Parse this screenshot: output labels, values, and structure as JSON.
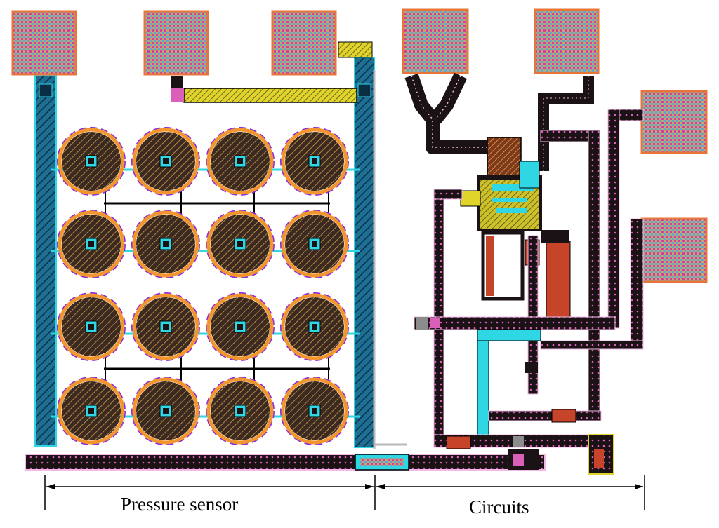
{
  "labels": {
    "pressure_sensor": "Pressure sensor",
    "circuits": "Circuits"
  },
  "colors": {
    "pad_fill": "#b4ac6e",
    "pad_border": "#e8743a",
    "pad_grid": "#d93aa6",
    "rail_blue": "#1f7fa6",
    "rail_cyan": "#2fd6e4",
    "dark_metal": "#1a1214",
    "sensor_fill": "#4a3427",
    "sensor_ring": "#f1952f",
    "sensor_outline": "#8a2be2",
    "poly_yellow": "#e0d42a",
    "resistor_red": "#c6442a",
    "via_pink": "#f2b8e6",
    "contact_magenta": "#c0288f"
  },
  "icons": [
    "bond-pad",
    "sensor-cell",
    "metal-rail",
    "via-contact"
  ]
}
